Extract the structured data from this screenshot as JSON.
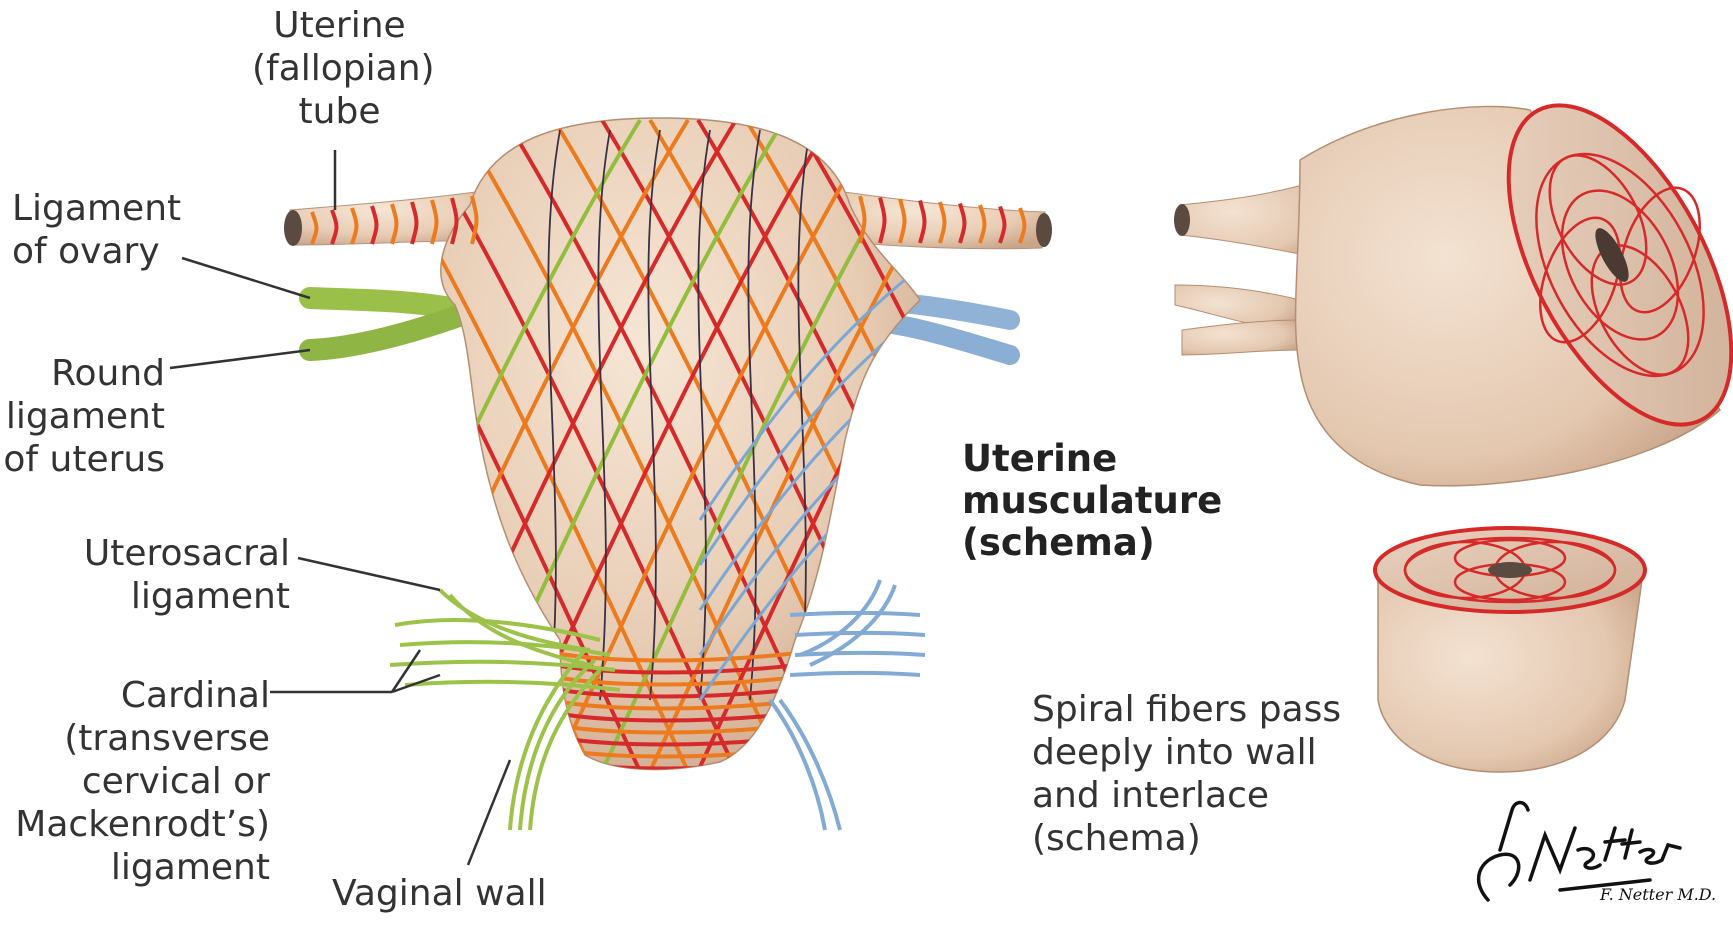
{
  "title": "Uterine\nmusculature\n(schema)",
  "labels": {
    "fallopian_tube": "Uterine\n(fallopian)\ntube",
    "ligament_of_ovary": "Ligament\nof ovary",
    "round_ligament": "Round\nligament\nof uterus",
    "uterosacral": "Uterosacral\nligament",
    "cardinal": "Cardinal\n(transverse\ncervical or\nMackenrodt’s)\nligament",
    "vaginal_wall": "Vaginal wall",
    "spiral_fibers": "Spiral fibers pass\ndeeply into wall\nand interlace\n(schema)"
  },
  "signature": "F. Netter M.D.",
  "colors": {
    "tissue": "#e8cdb5",
    "tissue_shadow": "#c9a488",
    "red_fiber": "#d62a2a",
    "orange_fiber": "#ec7a1e",
    "green_fiber": "#93bd3c",
    "blue_fiber": "#7aa8d6",
    "dark_fiber": "#3a3046"
  }
}
